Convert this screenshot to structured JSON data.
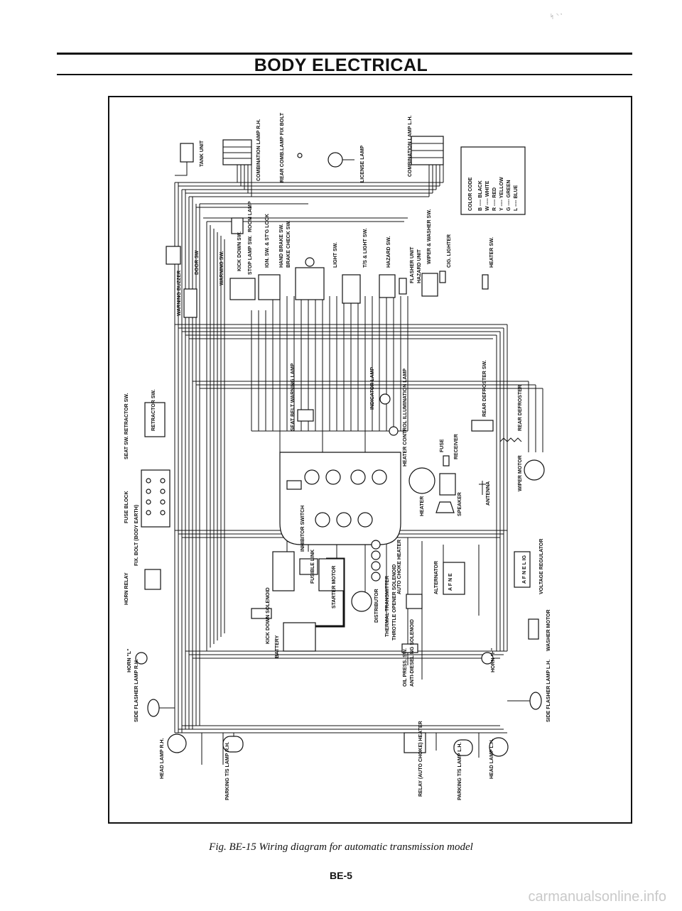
{
  "header": {
    "title": "BODY ELECTRICAL",
    "corner_mark": "ᛋ ⸌ ᷾"
  },
  "caption": "Fig. BE-15  Wiring diagram for automatic transmission model",
  "page_number": "BE-5",
  "watermark": "carmanualsonline.info",
  "color_code": {
    "title": "COLOR CODE",
    "entries": [
      "B ---- BLACK",
      "W ---- WHITE",
      "R ---- RED",
      "Y ---- YELLOW",
      "G ---- GREEN",
      "L ---- BLUE"
    ]
  },
  "labels": {
    "tank_unit": "TANK UNIT",
    "combination_lamp_rh": "COMBINATION LAMP R.H.",
    "rear_comb_lamp": "REAR COMB.LAMP FIX BOLT",
    "license_lamp": "LICENSE LAMP",
    "combination_lamp_lh": "COMBINATION LAMP L.H.",
    "door_sw": "DOOR SW",
    "warning_buzzer": "WARNING BUZZER",
    "warning_sw": "WARNING SW.",
    "kick_down_sw": "KICK DOWN SW.",
    "stop_lamp_sw": "STOP LAMP SW.",
    "room_lamp": "ROOM LAMP",
    "ign_sw": "IGN. SW. & ST'G LOCK",
    "hand_brake_sw": "HAND BRAKE SW.",
    "brake_check_sw": "BRAKE CHECK SW.",
    "light_sw": "LIGHT SW.",
    "ts_light_sw": "T/S & LIGHT SW.",
    "hazard_sw": "HAZARD SW.",
    "flasher_unit": "FLASHER UNIT",
    "hazard_unit": "HAZARD UNIT",
    "wiper_washer_sw": "WIPER & WASHER SW.",
    "cig_lighter": "CIG. LIGHTER",
    "heater_sw": "HEATER SW.",
    "seat_sw_retractor": "SEAT SW. RETRACTOR SW.",
    "retractor_sw": "RETRACTOR SW.",
    "fuse_block": "FUSE BLOCK",
    "seat_belt_warning_lamp": "SEAT BELT WARNING LAMP",
    "indicator_lamp": "INDICATOR LAMP",
    "heater_control_illumination_lamp": "HEATER CONTROL ILLUMINATION LAMP",
    "heater": "HEATER",
    "fuse": "FUSE",
    "receiver": "RECEIVER",
    "speaker": "SPEAKER",
    "antenna": "ANTENNA",
    "rear_defroster_sw": "REAR DEFROSTER SW.",
    "rear_defroster": "REAR DEFROSTER",
    "wiper_motor": "WIPER MOTOR",
    "horn_relay": "HORN RELAY",
    "fix_bolt": "FIX. BOLT (BODY EARTH)",
    "horn_l": "HORN \"L\"",
    "horn_h": "HORN \"H\"",
    "battery": "BATTERY",
    "kick_down_solenoid": "KICK DOWN SOLENOID",
    "starter_motor": "STARTER MOTOR",
    "fusible_link": "FUSIBLE LINK",
    "inhibitor_switch": "INHIBITOR SWITCH",
    "distributor": "DISTRIBUTOR",
    "thermal_transmitter": "THERMAL TRANSMITTER",
    "throttle_opener": "THROTTLE OPENER SOLENOID",
    "oil_press_sw": "OIL PRESS. SW.",
    "anti_dieseling": "ANTI-DIESELING SOLENOID",
    "auto_choke_heater": "AUTO CHOKE HEATER",
    "alternator": "ALTERNATOR",
    "voltage_regulator": "VOLTAGE REGULATOR",
    "washer_motor": "WASHER MOTOR",
    "side_flasher_rh": "SIDE FLASHER LAMP R.H.",
    "side_flasher_lh": "SIDE FLASHER LAMP L.H.",
    "head_lamp_rh": "HEAD LAMP R.H.",
    "head_lamp_lh": "HEAD LAMP L.H.",
    "parking_ts_rh": "PARKING T/S LAMP R.H.",
    "parking_ts_lh": "PARKING T/S LAMP L.H.",
    "relay_auto_choke": "RELAY (AUTO CHOKE) HEATER",
    "alt_terminals": "A F N E",
    "reg_terminals": "A F N E L IG"
  }
}
